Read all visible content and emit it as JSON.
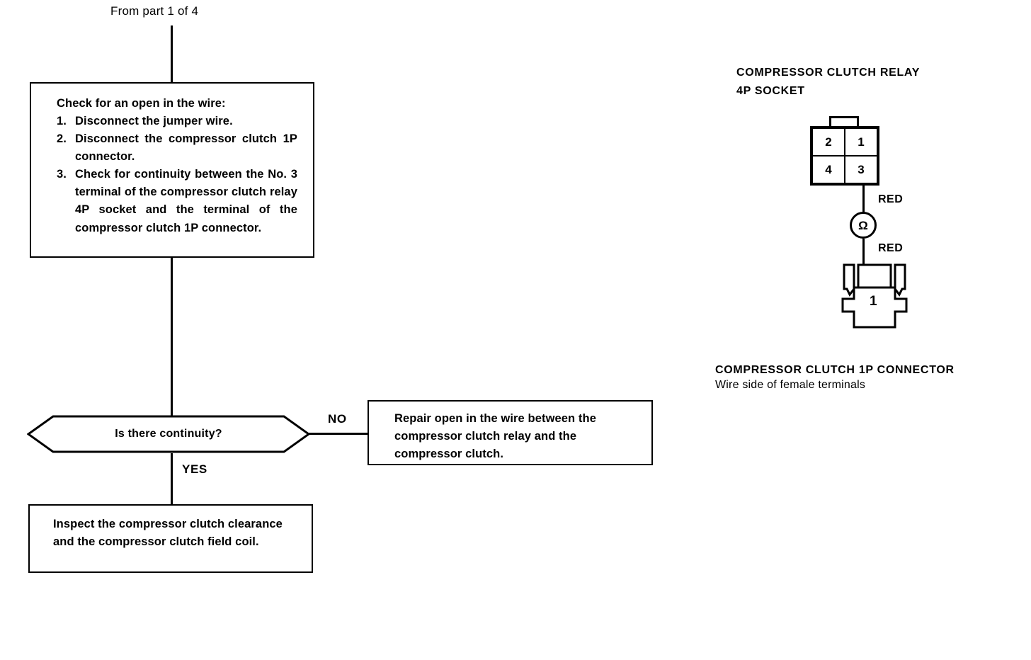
{
  "flow": {
    "entry_label": "From part 1 of 4",
    "check_box": {
      "heading": "Check for an open in the wire:",
      "steps": [
        {
          "num": "1.",
          "text": "Disconnect the jumper wire."
        },
        {
          "num": "2.",
          "text": "Disconnect the compressor clutch 1P connector."
        },
        {
          "num": "3.",
          "text": "Check for continuity between the No. 3 terminal of the compressor clutch relay 4P socket and the terminal of the compressor clutch 1P connector."
        }
      ]
    },
    "decision": {
      "question": "Is there continuity?",
      "no_label": "NO",
      "yes_label": "YES"
    },
    "repair_box": {
      "text": "Repair open in the wire between the compressor clutch relay and the compressor clutch."
    },
    "inspect_box": {
      "text": "Inspect the compressor clutch clearance and the compressor clutch field coil."
    }
  },
  "diagram": {
    "relay_title_line1": "COMPRESSOR CLUTCH RELAY",
    "relay_title_line2": "4P SOCKET",
    "socket_pins": [
      "2",
      "1",
      "4",
      "3"
    ],
    "meter_symbol": "Ω",
    "wire_label_top": "RED",
    "wire_label_bottom": "RED",
    "connector_pin": "1",
    "connector_title": "COMPRESSOR CLUTCH 1P CONNECTOR",
    "connector_subtitle": "Wire side of female terminals"
  },
  "colors": {
    "ink": "#000000",
    "paper": "#ffffff"
  }
}
